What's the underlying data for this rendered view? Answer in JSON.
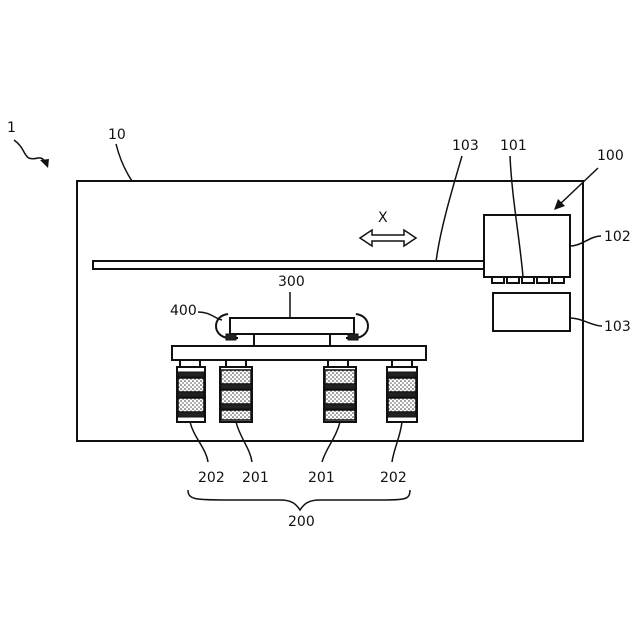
{
  "labels": {
    "device": "1",
    "housing": "10",
    "unit": "100",
    "sensor": "101",
    "controller": "102",
    "rail": "103",
    "module": "103",
    "direction": "X",
    "sample": "300",
    "holder": "400",
    "left_outer": "202",
    "left_inner": "201",
    "right_inner": "201",
    "right_outer": "202",
    "group": "200"
  }
}
